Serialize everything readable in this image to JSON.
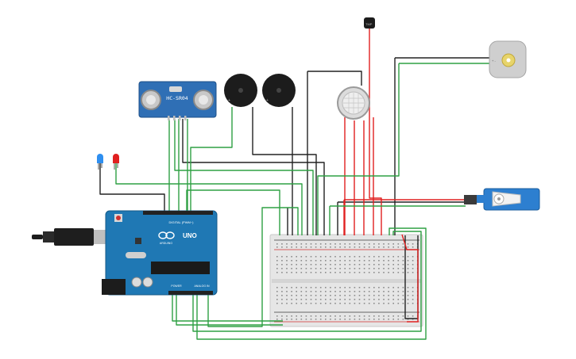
{
  "components": {
    "ultrasonic_label": "HC-SR04",
    "arduino_brand": "ARDUINO",
    "arduino_model": "UNO",
    "arduino_digital_label": "DIGITAL (PWM~)",
    "arduino_power_label": "POWER",
    "arduino_analog_label": "ANALOG IN",
    "leds": [
      "blue LED",
      "red LED"
    ],
    "buzzers": [
      "buzzer 1",
      "buzzer 2"
    ],
    "gas_sensor": "gas sensor",
    "temperature_sensor": "temperature sensor",
    "dc_motor": "DC motor",
    "servo": "micro servo",
    "breadboard": "breadboard",
    "usb_cable": "USB cable"
  },
  "colors": {
    "wire_black": "#222222",
    "wire_red": "#e02020",
    "wire_green": "#2ea043",
    "arduino_blue": "#1f78b4",
    "ultrasonic_blue": "#2f6fb5",
    "breadboard": "#e6e6e6",
    "servo_blue": "#2d7fd0"
  }
}
